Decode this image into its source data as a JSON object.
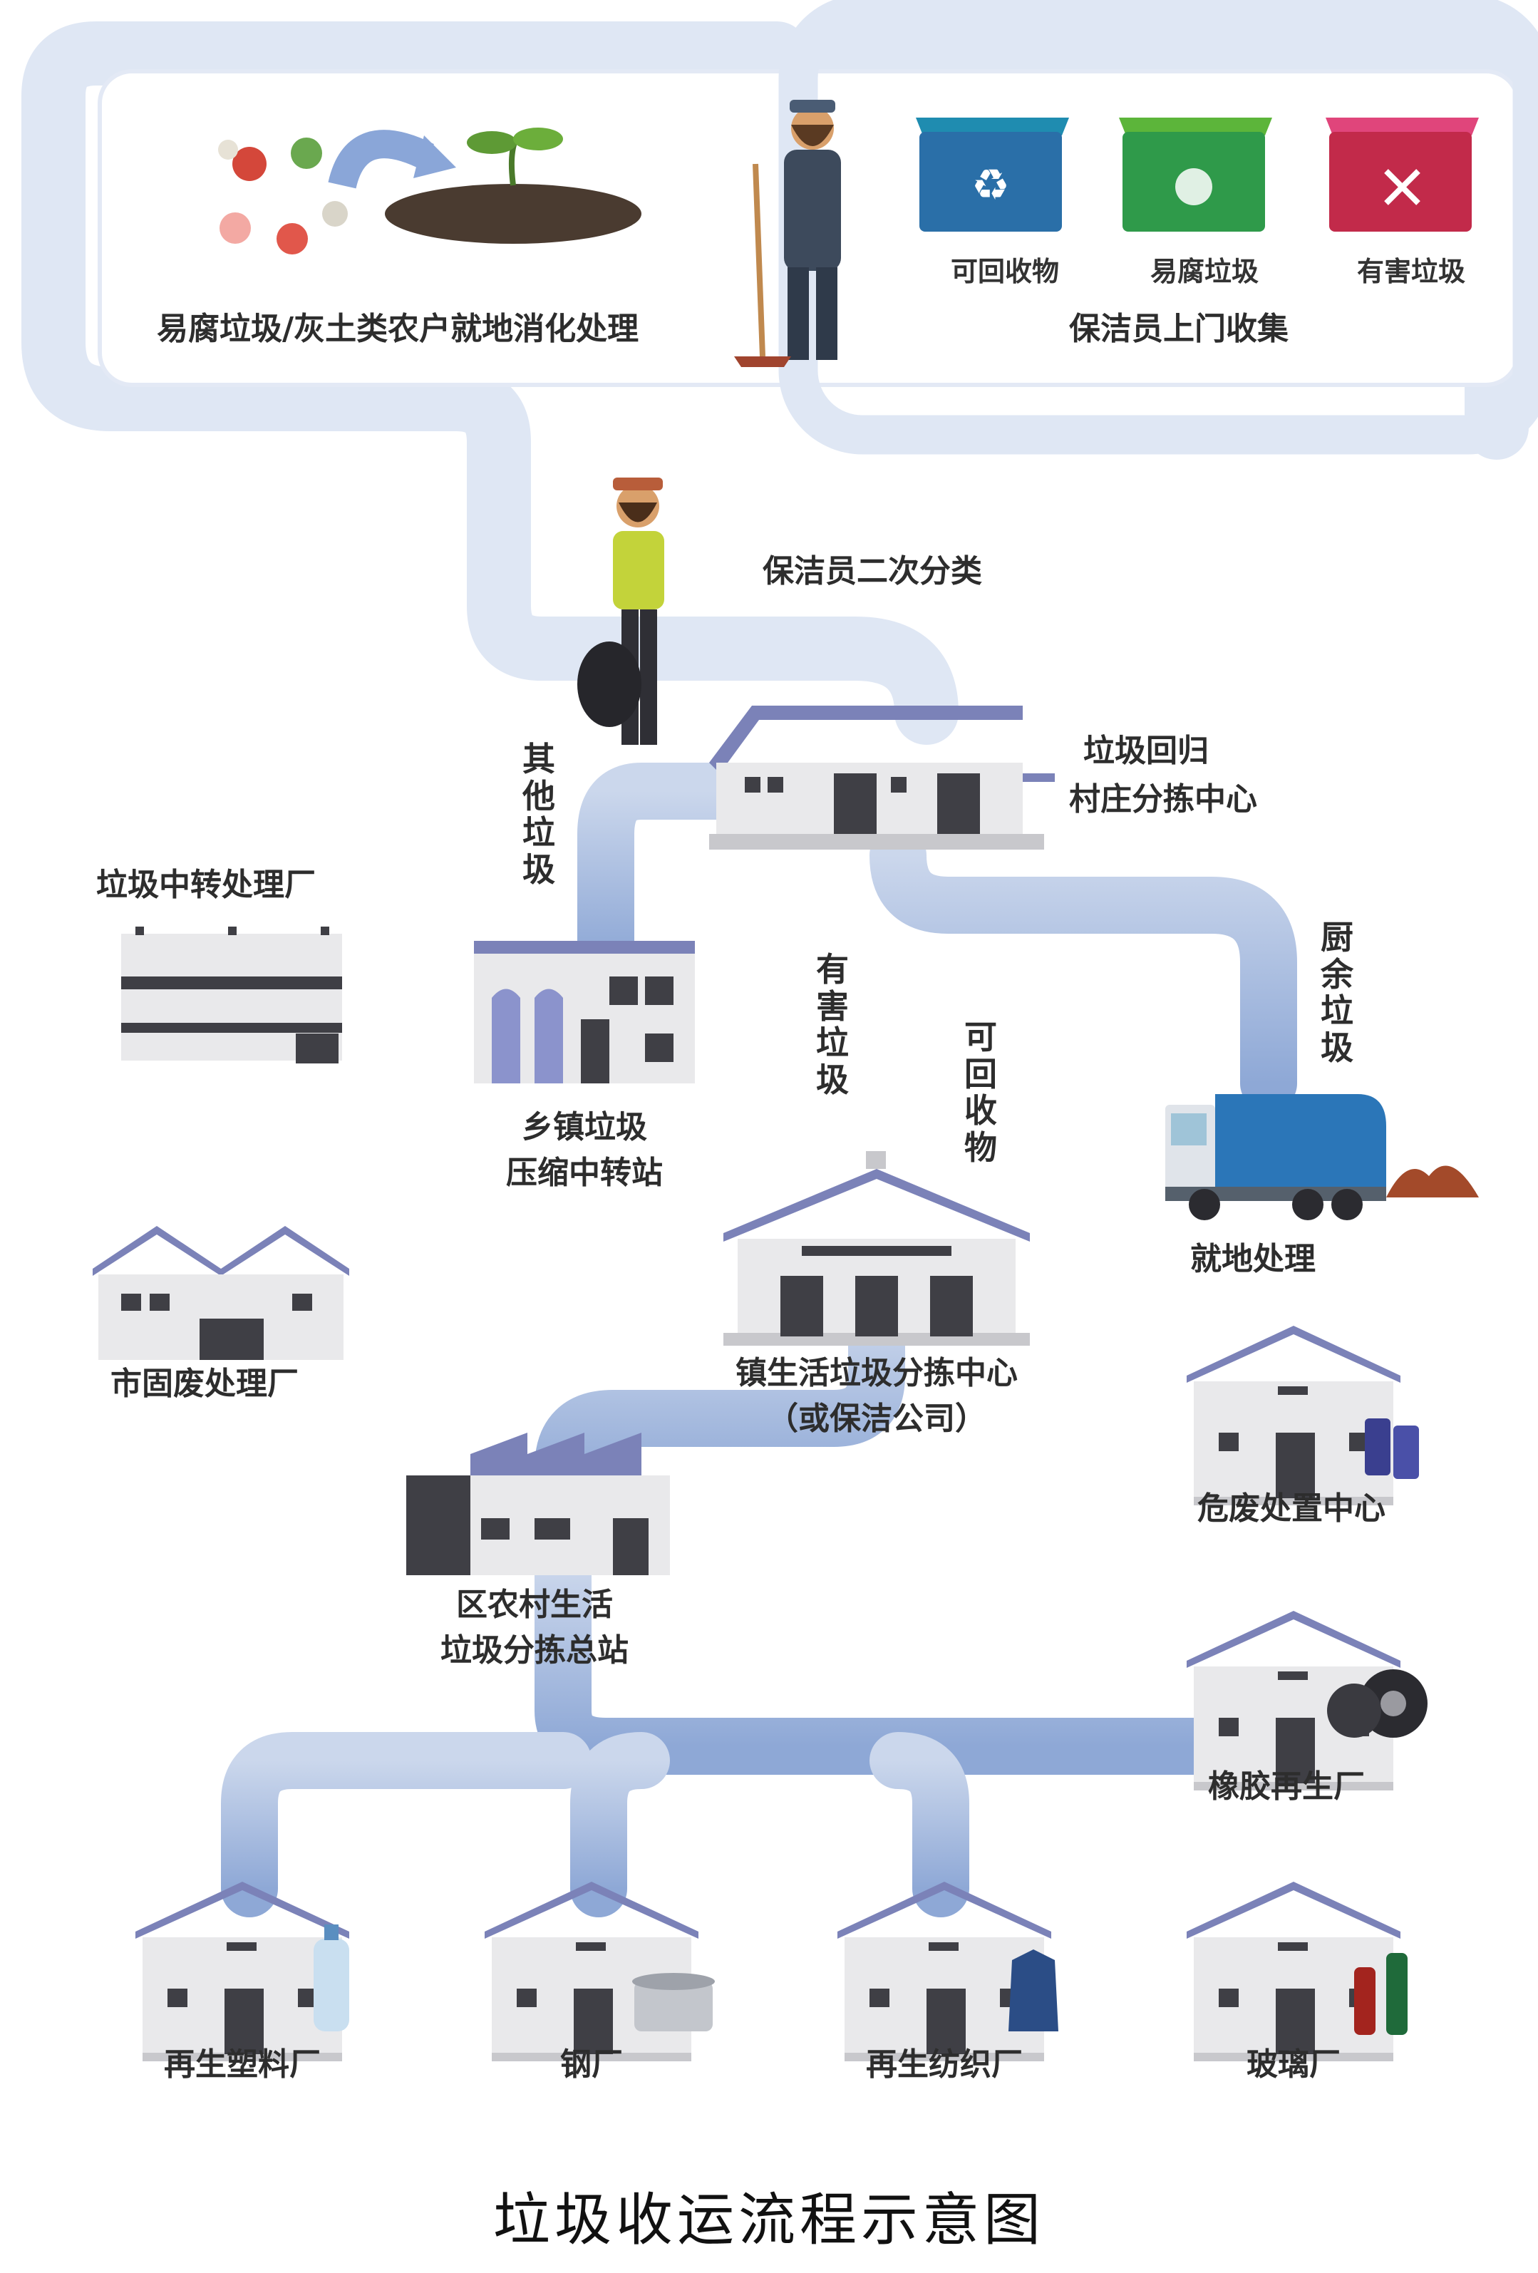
{
  "top_panel": {
    "left_caption": "易腐垃圾/灰土类农户就地消化处理",
    "right_caption": "保洁员上门收集",
    "bins": [
      "可回收物",
      "易腐垃圾",
      "有害垃圾"
    ]
  },
  "steps": {
    "secondary_sort": "保洁员二次分类",
    "village_center": [
      "垃圾回归",
      "村庄分拣中心"
    ],
    "transfer_plant": "垃圾中转处理厂",
    "town_station": [
      "乡镇垃圾",
      "压缩中转站"
    ],
    "city_plant": "市固废处理厂",
    "town_center": [
      "镇生活垃圾分拣中心",
      "（或保洁公司）"
    ],
    "local_treatment": "就地处理",
    "hazard_center": "危废处置中心",
    "district_station": [
      "区农村生活",
      "垃圾分拣总站"
    ],
    "rubber_plant": "橡胶再生厂",
    "plastic_plant": "再生塑料厂",
    "steel_plant": "钢厂",
    "textile_plant": "再生纺织厂",
    "glass_plant": "玻璃厂"
  },
  "flow_labels": {
    "other_waste": "其他垃圾",
    "hazardous_waste": "有害垃圾",
    "recyclables": "可回收物",
    "kitchen_waste": "厨余垃圾"
  },
  "title": "垃圾收运流程示意图",
  "colors": {
    "pipe": "#a7bcdf",
    "pipe_light": "#dfe7f4",
    "roof": "#7b82b8",
    "wall": "#e9e9eb",
    "dark": "#3f3f45"
  }
}
